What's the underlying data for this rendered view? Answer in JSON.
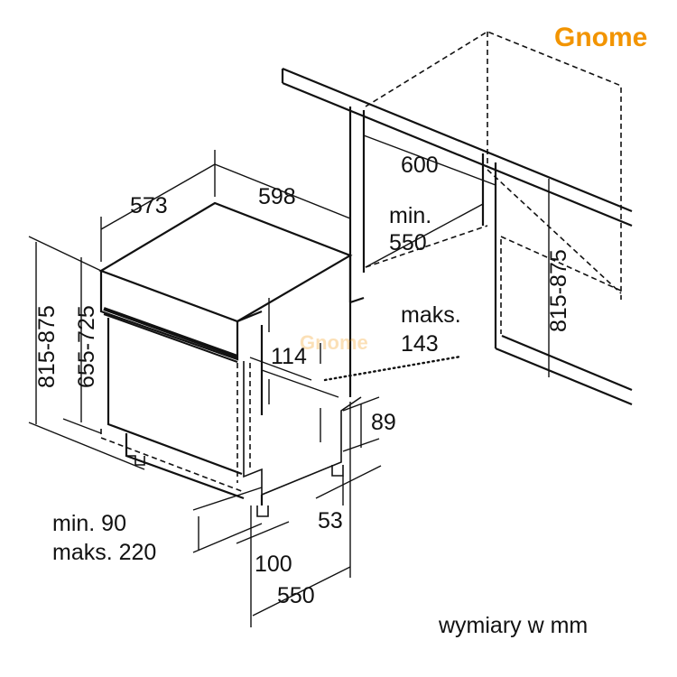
{
  "brand": {
    "logo_text": "Gnome",
    "watermark_text": "Gnome",
    "color": "#f29400"
  },
  "labels": {
    "depth": "573",
    "width": "598",
    "niche_width": "600",
    "niche_depth_line1": "min.",
    "niche_depth_line2": "550",
    "height_left": "815-875",
    "height_inner": "655-725",
    "height_right": "815-875",
    "panel_clearance": "114",
    "max_label_line1": "maks.",
    "max_label_line2": "143",
    "toe_height": "89",
    "plinth_line1": "min. 90",
    "plinth_line2": "maks. 220",
    "toe_depth": "53",
    "foot_offset": "100",
    "base_depth": "550",
    "units_note": "wymiary w mm"
  }
}
